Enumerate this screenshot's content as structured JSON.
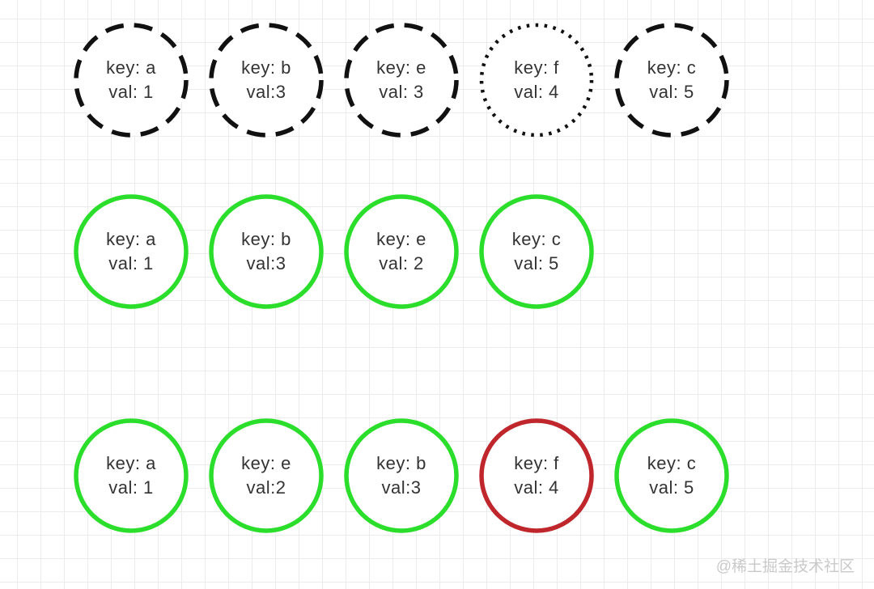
{
  "palette": {
    "background": "#ffffff",
    "grid_line": "#ececec",
    "stroke_black": "#111111",
    "green": "#2cde2c",
    "red": "#bf272c",
    "text": "#333333",
    "watermark": "#c9c9c9"
  },
  "watermark": "@稀土掘金技术社区",
  "rows": [
    {
      "name": "top-row",
      "nodes": [
        {
          "key_line": "key: a",
          "val_line": "val: 1",
          "style": "dashed-black"
        },
        {
          "key_line": "key: b",
          "val_line": "val:3",
          "style": "dashed-black"
        },
        {
          "key_line": "key: e",
          "val_line": "val: 3",
          "style": "dashed-black"
        },
        {
          "key_line": "key: f",
          "val_line": "val: 4",
          "style": "dotted-black"
        },
        {
          "key_line": "key: c",
          "val_line": "val: 5",
          "style": "dashed-black"
        }
      ]
    },
    {
      "name": "middle-row",
      "nodes": [
        {
          "key_line": "key: a",
          "val_line": "val: 1",
          "style": "solid-green"
        },
        {
          "key_line": "key: b",
          "val_line": "val:3",
          "style": "solid-green"
        },
        {
          "key_line": "key: e",
          "val_line": "val: 2",
          "style": "solid-green"
        },
        {
          "key_line": "key: c",
          "val_line": "val: 5",
          "style": "solid-green"
        }
      ]
    },
    {
      "name": "bottom-row",
      "nodes": [
        {
          "key_line": "key: a",
          "val_line": "val: 1",
          "style": "solid-green"
        },
        {
          "key_line": "key: e",
          "val_line": "val:2",
          "style": "solid-green"
        },
        {
          "key_line": "key: b",
          "val_line": "val:3",
          "style": "solid-green"
        },
        {
          "key_line": "key: f",
          "val_line": "val: 4",
          "style": "solid-red"
        },
        {
          "key_line": "key: c",
          "val_line": "val: 5",
          "style": "solid-green"
        }
      ]
    }
  ]
}
